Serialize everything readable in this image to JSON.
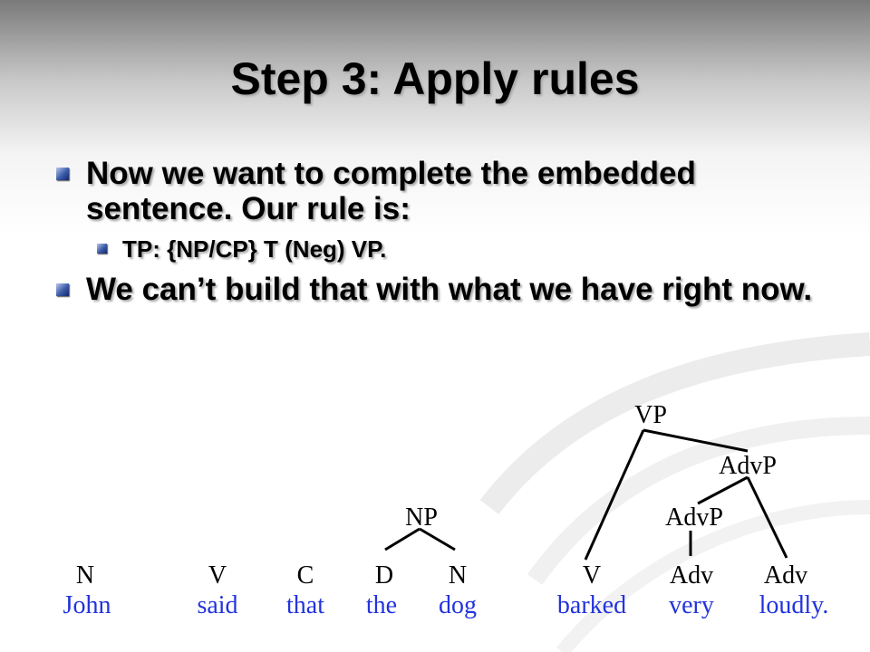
{
  "slide": {
    "title": "Step 3: Apply rules",
    "bullets": [
      "Now we want to complete the embedded sentence. Our rule is:",
      "We can’t build that with what we have right now."
    ],
    "sub_bullet": "TP: {NP/CP} T (Neg) VP."
  },
  "tree": {
    "categories": [
      "N",
      "V",
      "C",
      "D",
      "N",
      "V",
      "Adv",
      "Adv"
    ],
    "words": [
      "John",
      "said",
      "that",
      "the",
      "dog",
      "barked",
      "very",
      "loudly."
    ],
    "phrases": [
      "NP",
      "VP",
      "AdvP",
      "AdvP"
    ]
  },
  "colors": {
    "word": "#2233dd",
    "text": "#000000"
  }
}
